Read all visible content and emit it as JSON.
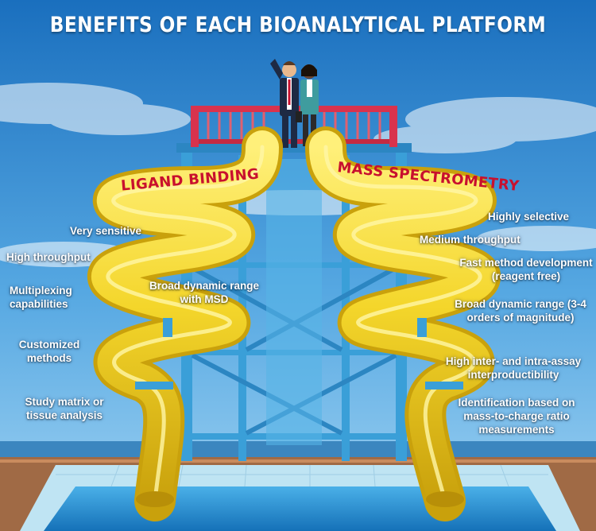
{
  "title": "BENEFITS OF EACH BIOANALYTICAL PLATFORM",
  "left_slide": {
    "label": "LIGAND BINDING",
    "benefits": [
      "Very sensitive",
      "High throughput",
      "Multiplexing capabilities",
      "Broad dynamic range with MSD",
      "Customized methods",
      "Study matrix or tissue analysis"
    ]
  },
  "right_slide": {
    "label": "MASS SPECTROMETRY",
    "benefits": [
      "Highly selective",
      "Medium throughput",
      "Fast method development (reagent free)",
      "Broad dynamic range (3-4 orders of magnitude)",
      "High inter- and intra-assay interproductibility",
      "Identification based on mass-to-charge ratio measurements"
    ]
  },
  "colors": {
    "sky_top": "#1c78c7",
    "sky_bottom": "#8fcaf0",
    "slide_yellow": "#f4d62b",
    "slide_shadow": "#c9a50f",
    "tower_blue": "#3a9fd8",
    "platform_red": "#d9334d",
    "pool_water": "#2a8fd0",
    "label_red": "#c8102e"
  }
}
